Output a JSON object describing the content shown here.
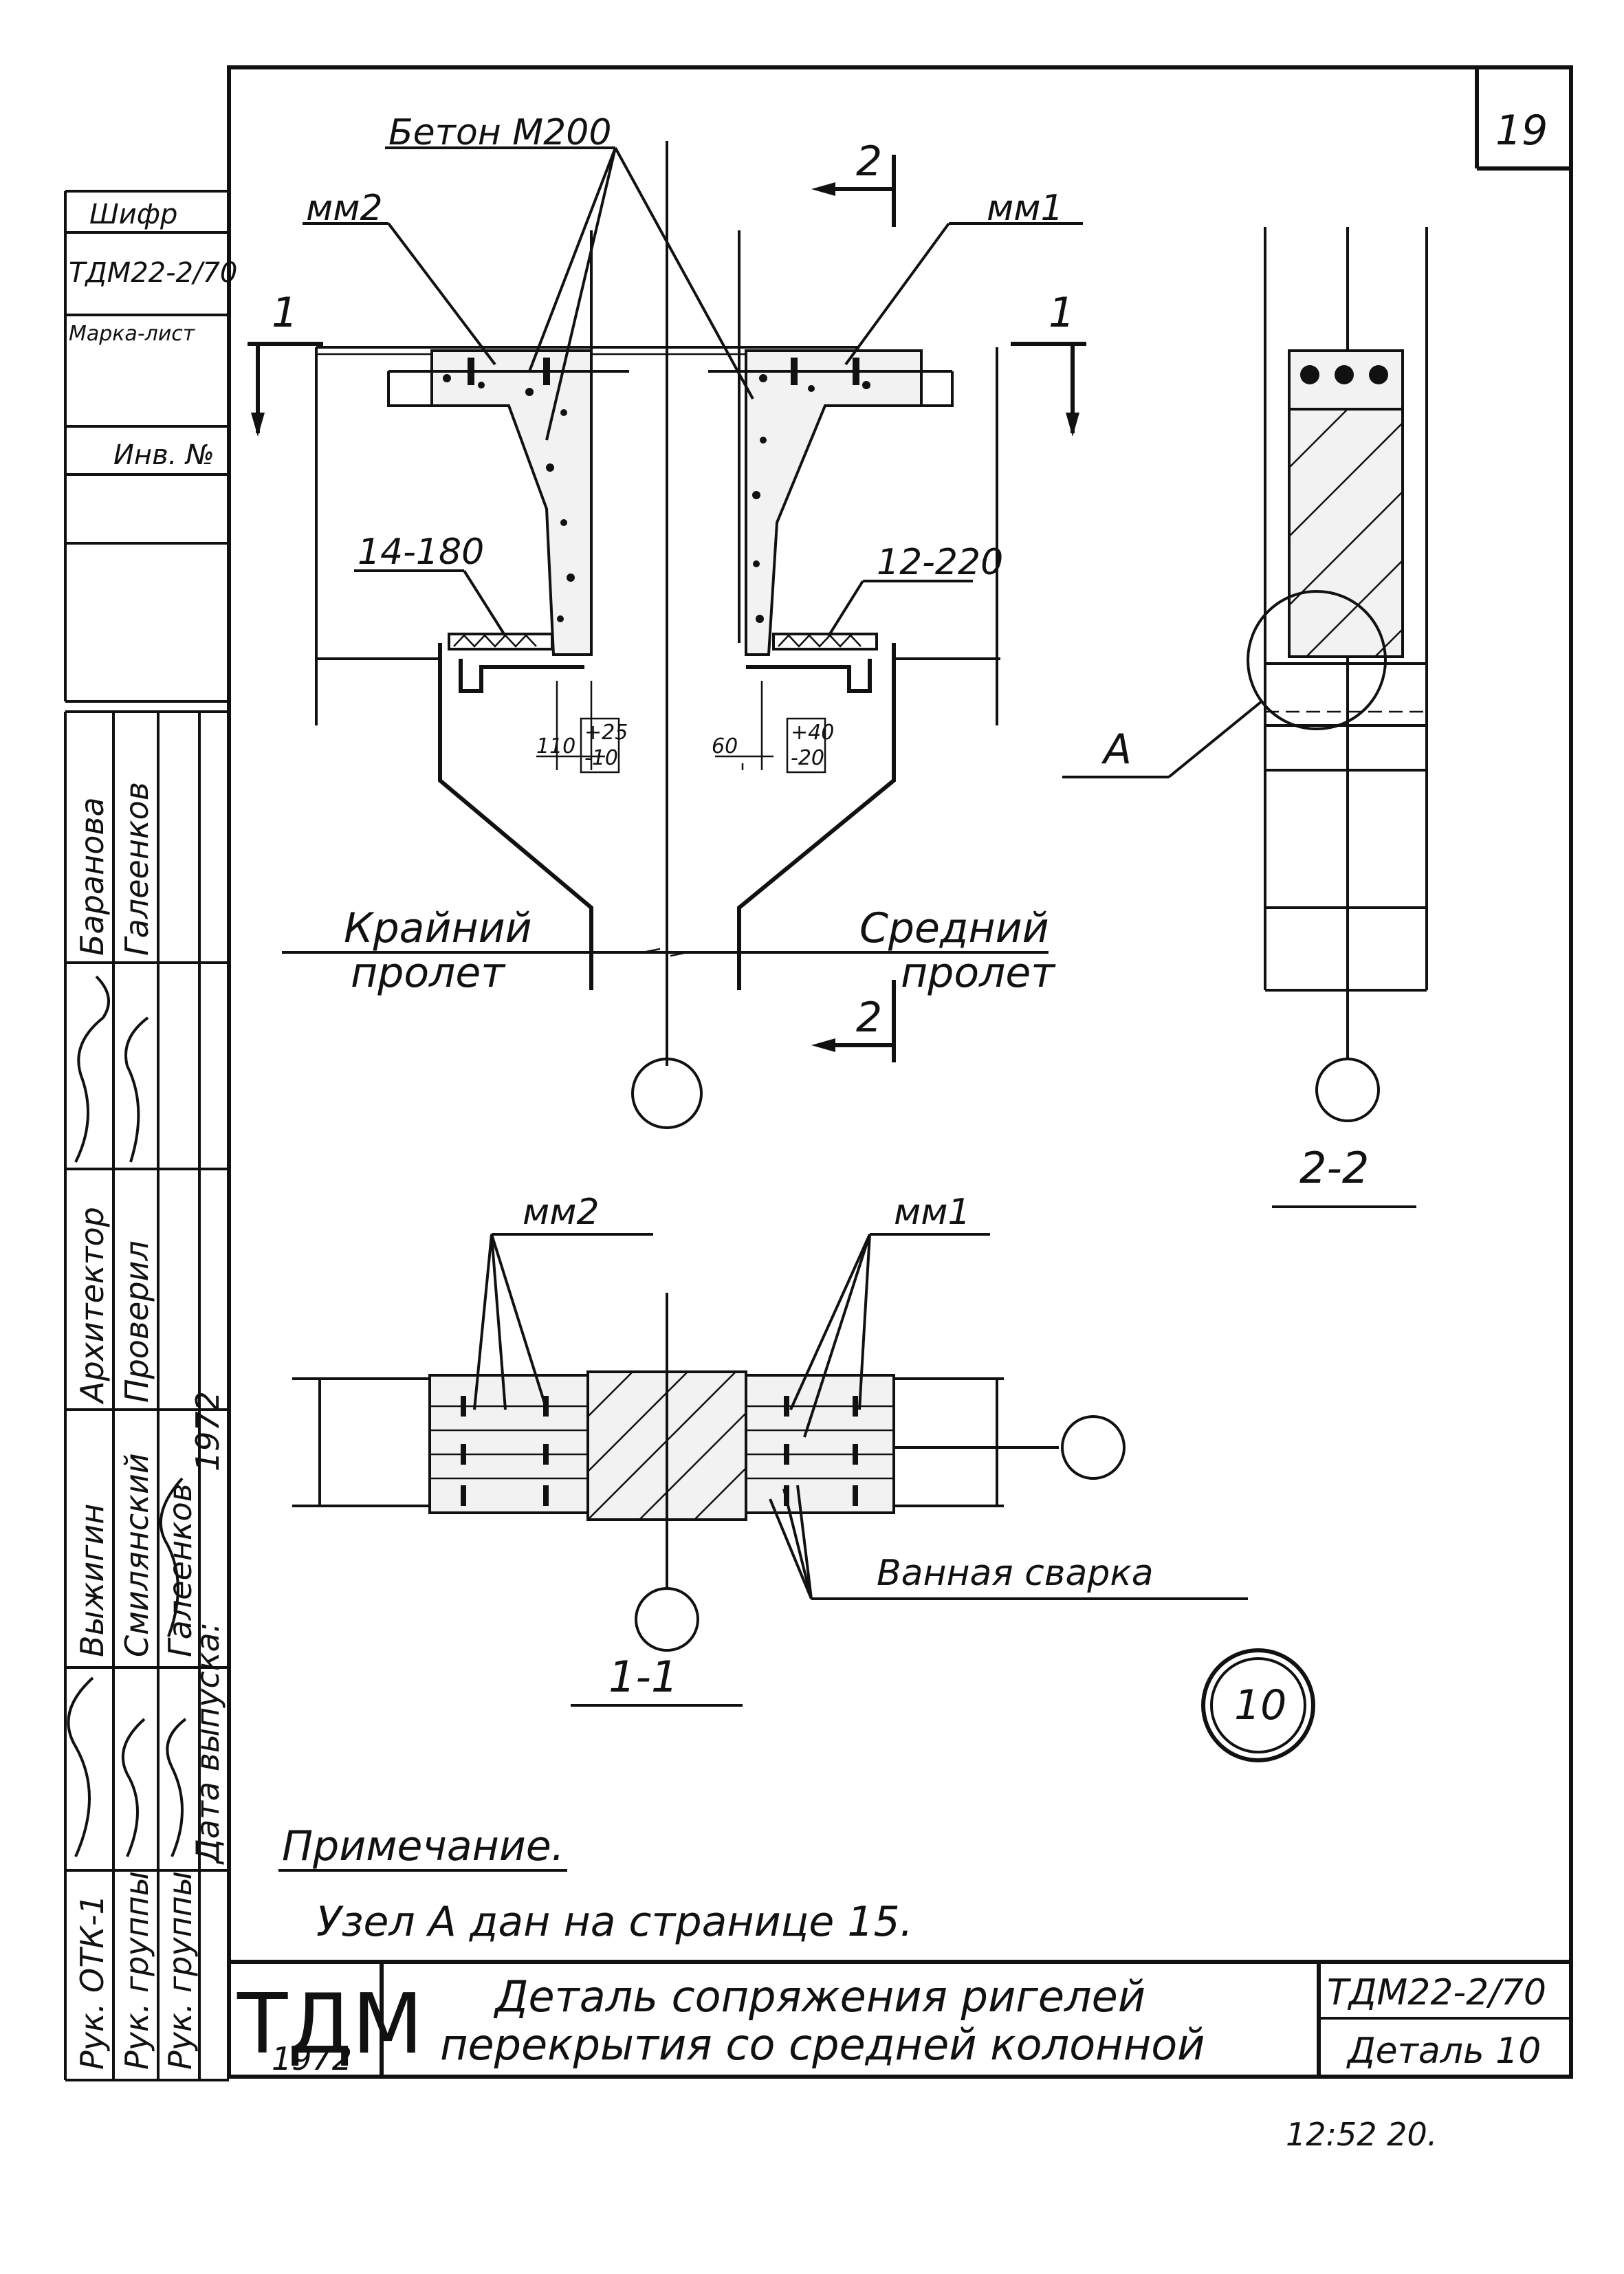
{
  "sheet": {
    "page_number": "19",
    "stamp_bottom_right": "12:52   20.",
    "cipher_label": "Шифр",
    "cipher_value": "ТДМ22-2/70",
    "mark_label": "Марка-лист",
    "inventory_label": "Инв. №"
  },
  "drawing": {
    "labels": {
      "concrete": "Бетон М200",
      "mm2": "мм2",
      "mm1": "мм1",
      "rebar_left": "14-180",
      "rebar_right": "12-220",
      "dim_110": "110",
      "dim_60": "60",
      "tol_left_top": "+25",
      "tol_left_bottom": "-10",
      "tol_right_top": "+40",
      "tol_right_bottom": "-20",
      "span_left_1": "Крайний",
      "span_left_2": "пролет",
      "span_right_1": "Средний",
      "span_right_2": "пролет",
      "section_mark_1": "1",
      "section_mark_2": "2",
      "node_a": "А",
      "section_2_2": "2-2",
      "section_1_1": "1-1",
      "bath_welding": "Ванная сварка",
      "detail_number": "10"
    },
    "note_heading": "Примечание.",
    "note_text": "Узел А дан на странице 15."
  },
  "side_stamp": {
    "row_labels": [
      "Рук. ОТК-1",
      "Рук. группы",
      "Рук. группы",
      "Дата выпуска:"
    ],
    "issuer_label": "Выжигин",
    "issuer_name_1": "Смилянский",
    "issuer_name_2": "Галеенков",
    "year": "1972",
    "architect_label": "Архитектор",
    "checked_label": "Проверил",
    "name_baranova": "Баранова",
    "name_galeenkov": "Галеенков"
  },
  "title_block": {
    "org": "ТДМ",
    "year": "1972",
    "title_line_1": "Деталь сопряжения ригелей",
    "title_line_2": "перекрытия со средней колонной",
    "code": "ТДМ22-2/70",
    "sheet_name": "Деталь 10"
  },
  "colors": {
    "ink": "#111111",
    "paper": "#ffffff",
    "concrete_fill": "#f2f2f2"
  }
}
